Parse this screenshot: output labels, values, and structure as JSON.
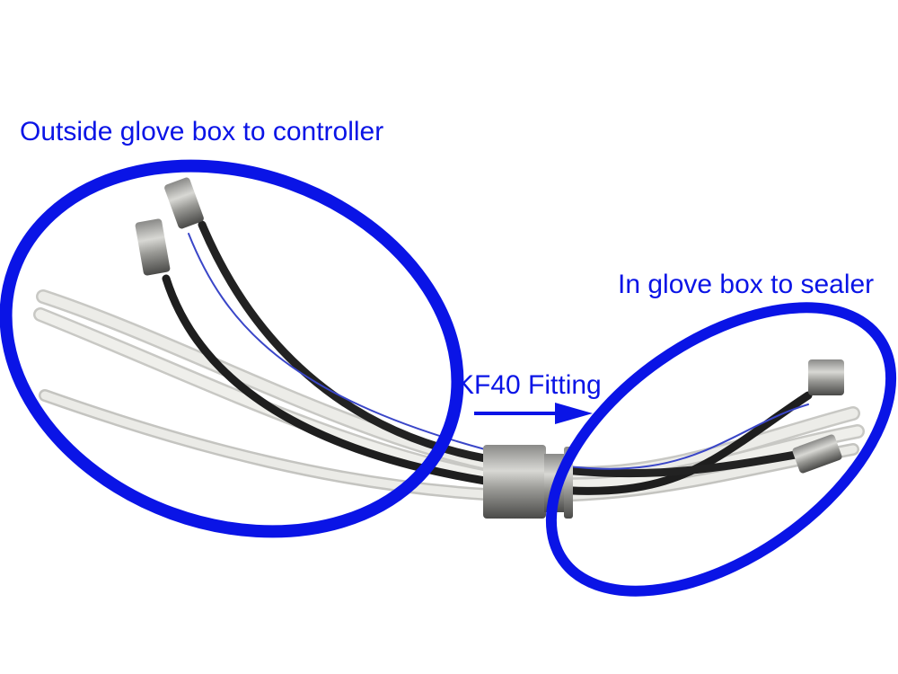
{
  "annotations": {
    "outside_label": "Outside glove box to controller",
    "inside_label": "In glove box to sealer",
    "fitting_label": "KF40 Fitting"
  },
  "colors": {
    "annotation": "#0a14e6"
  },
  "photo": {
    "subject": "cable-harness-with-kf40-feedthrough"
  }
}
